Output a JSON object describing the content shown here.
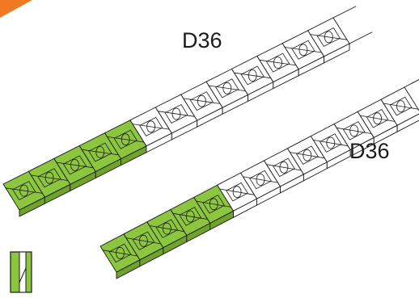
{
  "labels": {
    "upper_strip": "D36",
    "lower_strip": "D36"
  },
  "colors": {
    "highlight_fill": "#8cc63f",
    "corner_tab": "#f07a23",
    "outline": "#1a1a1a",
    "background": "#ffffff"
  },
  "icons": {
    "corner_tab": "orange-corner-tab",
    "inset_symbol": "green-slot-symbol"
  },
  "strips": [
    {
      "name": "upper",
      "segments": 13,
      "highlighted_segments": 5
    },
    {
      "name": "lower",
      "segments": 13,
      "highlighted_segments": 5
    }
  ]
}
